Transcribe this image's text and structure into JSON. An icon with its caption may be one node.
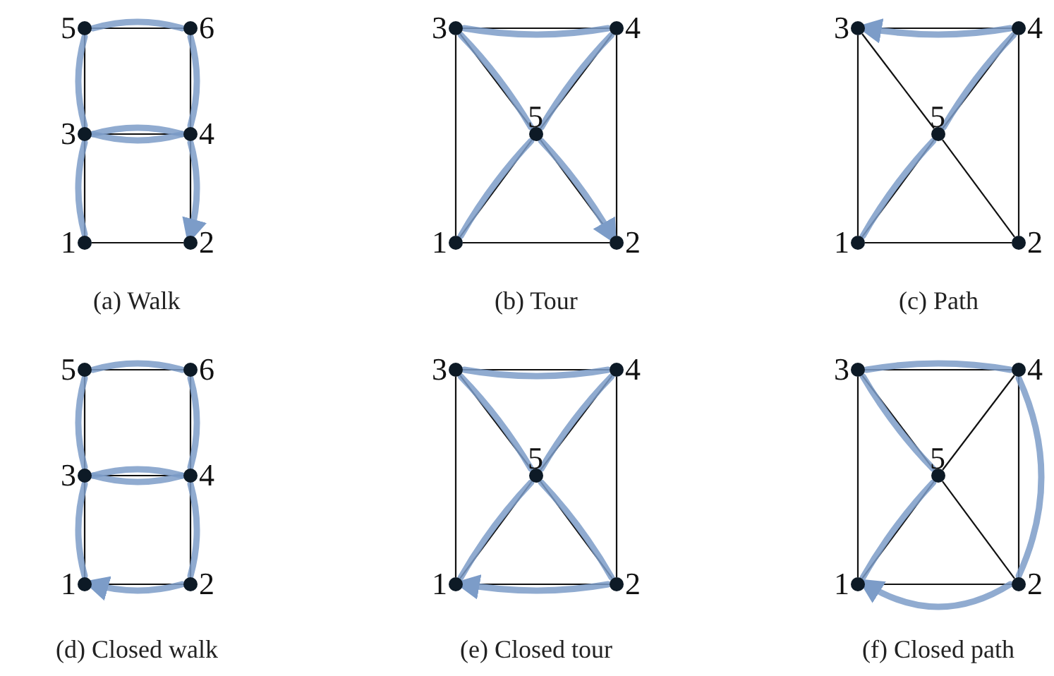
{
  "diagram": {
    "nodes": [
      {
        "text": [],
        "shape": "circle",
        "beside": [
          "5"
        ]
      },
      {
        "text": [],
        "shape": "circle",
        "beside": [
          "6"
        ]
      },
      {
        "text": [],
        "shape": "circle",
        "beside": [
          "3"
        ]
      },
      {
        "text": [],
        "shape": "circle",
        "beside": [
          "4"
        ]
      },
      {
        "text": [],
        "shape": "circle",
        "beside": [
          "1"
        ]
      },
      {
        "text": [],
        "shape": "circle",
        "beside": [
          "2"
        ]
      },
      {
        "text": [],
        "shape": "circle",
        "beside": [
          "3"
        ]
      },
      {
        "text": [],
        "shape": "circle",
        "beside": [
          "4"
        ]
      },
      {
        "text": [],
        "shape": "circle",
        "beside": [
          "5"
        ]
      },
      {
        "text": [],
        "shape": "circle",
        "beside": [
          "1"
        ]
      },
      {
        "text": [],
        "shape": "circle",
        "beside": [
          "2"
        ]
      },
      {
        "text": [],
        "shape": "circle",
        "beside": [
          "3"
        ]
      },
      {
        "text": [],
        "shape": "circle",
        "beside": [
          "4"
        ]
      },
      {
        "text": [],
        "shape": "circle",
        "beside": [
          "5"
        ]
      },
      {
        "text": [],
        "shape": "circle",
        "beside": [
          "1"
        ]
      },
      {
        "text": [],
        "shape": "circle",
        "beside": [
          "2"
        ]
      },
      {
        "text": [],
        "shape": "circle",
        "beside": [
          "5"
        ]
      },
      {
        "text": [],
        "shape": "circle",
        "beside": [
          "6"
        ]
      },
      {
        "text": [],
        "shape": "circle",
        "beside": [
          "3"
        ]
      },
      {
        "text": [],
        "shape": "circle",
        "beside": [
          "4"
        ]
      },
      {
        "text": [],
        "shape": "circle",
        "beside": [
          "1"
        ]
      },
      {
        "text": [],
        "shape": "circle",
        "beside": [
          "2"
        ]
      },
      {
        "text": [],
        "shape": "circle",
        "beside": [
          "3"
        ]
      },
      {
        "text": [],
        "shape": "circle",
        "beside": [
          "4"
        ]
      },
      {
        "text": [],
        "shape": "circle",
        "beside": [
          "5"
        ]
      },
      {
        "text": [],
        "shape": "circle",
        "beside": [
          "1"
        ]
      },
      {
        "text": [],
        "shape": "circle",
        "beside": [
          "2"
        ]
      },
      {
        "text": [],
        "shape": "circle",
        "beside": [
          "3"
        ]
      },
      {
        "text": [],
        "shape": "circle",
        "beside": [
          "4"
        ]
      },
      {
        "text": [],
        "shape": "circle",
        "beside": [
          "5"
        ]
      },
      {
        "text": [],
        "shape": "circle",
        "beside": [
          "1"
        ]
      },
      {
        "text": [],
        "shape": "circle",
        "beside": [
          "2"
        ]
      }
    ],
    "edges": [
      {
        "from": 4,
        "to": 5,
        "arrow": "none"
      },
      {
        "from": 4,
        "to": 2,
        "arrow": "none"
      },
      {
        "from": 5,
        "to": 3,
        "arrow": "none"
      },
      {
        "from": 2,
        "to": 3,
        "arrow": "none"
      },
      {
        "from": 2,
        "to": 0,
        "arrow": "none"
      },
      {
        "from": 3,
        "to": 1,
        "arrow": "none"
      },
      {
        "from": 0,
        "to": 1,
        "arrow": "none"
      },
      {
        "from": 4,
        "to": 2,
        "arrow": "none",
        "style": "thick",
        "color": "#7c9cc8"
      },
      {
        "from": 2,
        "to": 0,
        "arrow": "none",
        "style": "thick",
        "color": "#7c9cc8"
      },
      {
        "from": 0,
        "to": 1,
        "arrow": "none",
        "style": "thick",
        "color": "#7c9cc8"
      },
      {
        "from": 1,
        "to": 3,
        "arrow": "none",
        "style": "thick",
        "color": "#7c9cc8"
      },
      {
        "from": 3,
        "to": 2,
        "arrow": "none",
        "style": "thick",
        "color": "#7c9cc8"
      },
      {
        "from": 2,
        "to": 3,
        "arrow": "none",
        "style": "thick",
        "color": "#7c9cc8"
      },
      {
        "from": 3,
        "to": 5,
        "arrow": "to",
        "style": "thick",
        "color": "#7c9cc8"
      },
      {
        "from": 9,
        "to": 10,
        "arrow": "none"
      },
      {
        "from": 9,
        "to": 6,
        "arrow": "none"
      },
      {
        "from": 10,
        "to": 7,
        "arrow": "none"
      },
      {
        "from": 6,
        "to": 7,
        "arrow": "none"
      },
      {
        "from": 9,
        "to": 8,
        "arrow": "none"
      },
      {
        "from": 8,
        "to": 7,
        "arrow": "none"
      },
      {
        "from": 6,
        "to": 8,
        "arrow": "none"
      },
      {
        "from": 8,
        "to": 10,
        "arrow": "none"
      },
      {
        "from": 9,
        "to": 8,
        "arrow": "none",
        "style": "thick",
        "color": "#7c9cc8"
      },
      {
        "from": 8,
        "to": 7,
        "arrow": "none",
        "style": "thick",
        "color": "#7c9cc8"
      },
      {
        "from": 7,
        "to": 6,
        "arrow": "none",
        "style": "thick",
        "color": "#7c9cc8"
      },
      {
        "from": 6,
        "to": 8,
        "arrow": "none",
        "style": "thick",
        "color": "#7c9cc8"
      },
      {
        "from": 8,
        "to": 10,
        "arrow": "to",
        "style": "thick",
        "color": "#7c9cc8"
      },
      {
        "from": 14,
        "to": 15,
        "arrow": "none"
      },
      {
        "from": 14,
        "to": 11,
        "arrow": "none"
      },
      {
        "from": 15,
        "to": 12,
        "arrow": "none"
      },
      {
        "from": 11,
        "to": 12,
        "arrow": "none"
      },
      {
        "from": 14,
        "to": 13,
        "arrow": "none"
      },
      {
        "from": 13,
        "to": 12,
        "arrow": "none"
      },
      {
        "from": 11,
        "to": 13,
        "arrow": "none"
      },
      {
        "from": 13,
        "to": 15,
        "arrow": "none"
      },
      {
        "from": 14,
        "to": 13,
        "arrow": "none",
        "style": "thick",
        "color": "#7c9cc8"
      },
      {
        "from": 13,
        "to": 12,
        "arrow": "none",
        "style": "thick",
        "color": "#7c9cc8"
      },
      {
        "from": 12,
        "to": 11,
        "arrow": "to",
        "style": "thick",
        "color": "#7c9cc8"
      },
      {
        "from": 20,
        "to": 21,
        "arrow": "none"
      },
      {
        "from": 20,
        "to": 18,
        "arrow": "none"
      },
      {
        "from": 21,
        "to": 19,
        "arrow": "none"
      },
      {
        "from": 18,
        "to": 19,
        "arrow": "none"
      },
      {
        "from": 18,
        "to": 16,
        "arrow": "none"
      },
      {
        "from": 19,
        "to": 17,
        "arrow": "none"
      },
      {
        "from": 16,
        "to": 17,
        "arrow": "none"
      },
      {
        "from": 20,
        "to": 18,
        "arrow": "none",
        "style": "thick",
        "color": "#7c9cc8"
      },
      {
        "from": 18,
        "to": 16,
        "arrow": "none",
        "style": "thick",
        "color": "#7c9cc8"
      },
      {
        "from": 16,
        "to": 17,
        "arrow": "none",
        "style": "thick",
        "color": "#7c9cc8"
      },
      {
        "from": 17,
        "to": 19,
        "arrow": "none",
        "style": "thick",
        "color": "#7c9cc8"
      },
      {
        "from": 19,
        "to": 18,
        "arrow": "none",
        "style": "thick",
        "color": "#7c9cc8"
      },
      {
        "from": 18,
        "to": 19,
        "arrow": "none",
        "style": "thick",
        "color": "#7c9cc8"
      },
      {
        "from": 19,
        "to": 21,
        "arrow": "none",
        "style": "thick",
        "color": "#7c9cc8"
      },
      {
        "from": 21,
        "to": 20,
        "arrow": "to",
        "style": "thick",
        "color": "#7c9cc8"
      },
      {
        "from": 25,
        "to": 26,
        "arrow": "none"
      },
      {
        "from": 25,
        "to": 22,
        "arrow": "none"
      },
      {
        "from": 26,
        "to": 23,
        "arrow": "none"
      },
      {
        "from": 22,
        "to": 23,
        "arrow": "none"
      },
      {
        "from": 25,
        "to": 24,
        "arrow": "none"
      },
      {
        "from": 24,
        "to": 23,
        "arrow": "none"
      },
      {
        "from": 22,
        "to": 24,
        "arrow": "none"
      },
      {
        "from": 24,
        "to": 26,
        "arrow": "none"
      },
      {
        "from": 25,
        "to": 24,
        "arrow": "none",
        "style": "thick",
        "color": "#7c9cc8"
      },
      {
        "from": 24,
        "to": 23,
        "arrow": "none",
        "style": "thick",
        "color": "#7c9cc8"
      },
      {
        "from": 23,
        "to": 22,
        "arrow": "none",
        "style": "thick",
        "color": "#7c9cc8"
      },
      {
        "from": 22,
        "to": 24,
        "arrow": "none",
        "style": "thick",
        "color": "#7c9cc8"
      },
      {
        "from": 24,
        "to": 26,
        "arrow": "none",
        "style": "thick",
        "color": "#7c9cc8"
      },
      {
        "from": 26,
        "to": 25,
        "arrow": "to",
        "style": "thick",
        "color": "#7c9cc8"
      },
      {
        "from": 30,
        "to": 31,
        "arrow": "none"
      },
      {
        "from": 30,
        "to": 27,
        "arrow": "none"
      },
      {
        "from": 31,
        "to": 28,
        "arrow": "none"
      },
      {
        "from": 27,
        "to": 28,
        "arrow": "none"
      },
      {
        "from": 30,
        "to": 29,
        "arrow": "none"
      },
      {
        "from": 29,
        "to": 28,
        "arrow": "none"
      },
      {
        "from": 27,
        "to": 29,
        "arrow": "none"
      },
      {
        "from": 29,
        "to": 31,
        "arrow": "none"
      },
      {
        "from": 30,
        "to": 29,
        "arrow": "none",
        "style": "thick",
        "color": "#7c9cc8"
      },
      {
        "from": 29,
        "to": 27,
        "arrow": "none",
        "style": "thick",
        "color": "#7c9cc8"
      },
      {
        "from": 27,
        "to": 28,
        "arrow": "none",
        "style": "thick",
        "color": "#7c9cc8"
      },
      {
        "from": 28,
        "to": 31,
        "arrow": "none",
        "style": "thick",
        "color": "#7c9cc8"
      },
      {
        "from": 31,
        "to": 30,
        "arrow": "to",
        "style": "thick",
        "color": "#7c9cc8"
      }
    ],
    "labels": [
      "(a) Walk",
      "(b) Tour",
      "(c) Path",
      "(d) Closed walk",
      "(e) Closed tour",
      "(f) Closed path"
    ]
  }
}
